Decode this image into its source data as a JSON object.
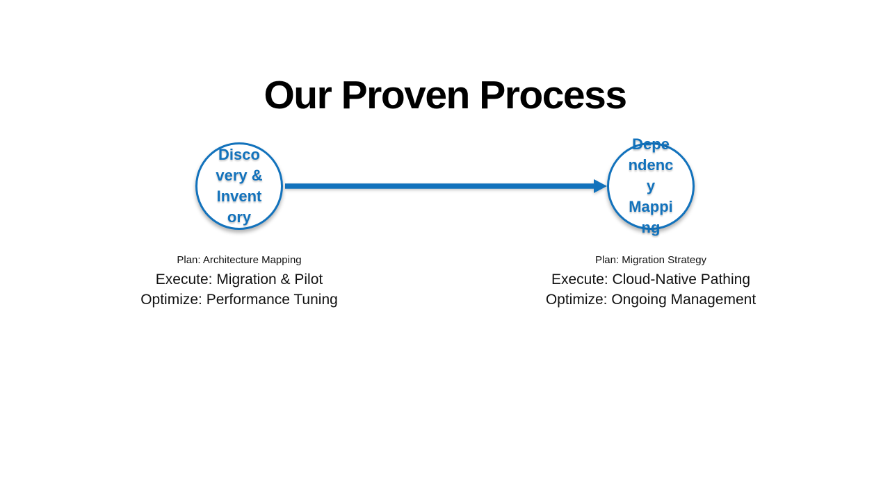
{
  "slide": {
    "title": "Our Proven Process",
    "accent_color": "#1272BC",
    "text_color": "#111111",
    "steps": [
      {
        "name": "Discovery & Inventory",
        "circle_lines": [
          "Disco",
          "very &",
          "Invent",
          "ory"
        ],
        "plan": "Plan: Architecture Mapping",
        "execute": "Execute: Migration & Pilot",
        "optimize": "Optimize: Performance Tuning"
      },
      {
        "name": "Dependency Mapping",
        "circle_lines": [
          "Depe",
          "ndenc",
          "y",
          "Mappi",
          "ng"
        ],
        "plan": "Plan: Migration Strategy",
        "execute": "Execute: Cloud-Native Pathing",
        "optimize": "Optimize: Ongoing Management"
      }
    ]
  }
}
